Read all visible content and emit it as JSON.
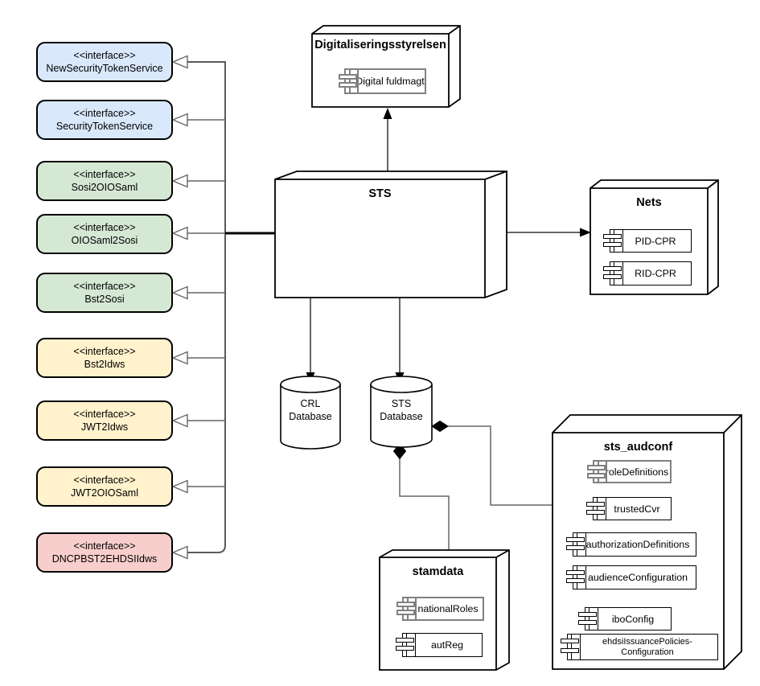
{
  "palette": {
    "interface_blue": "#dae8fc",
    "interface_green": "#d5e8d4",
    "interface_yellow": "#fff2cc",
    "interface_red": "#f8cecc",
    "node_fill": "#ffffff",
    "border_black": "#000000",
    "component_gray_border": "#808080",
    "connector_gray": "#666666"
  },
  "interfaces": [
    {
      "stereotype": "<<interface>>",
      "name": "NewSecurityTokenService"
    },
    {
      "stereotype": "<<interface>>",
      "name": "SecurityTokenService"
    },
    {
      "stereotype": "<<interface>>",
      "name": "Sosi2OIOSaml"
    },
    {
      "stereotype": "<<interface>>",
      "name": "OIOSaml2Sosi"
    },
    {
      "stereotype": "<<interface>>",
      "name": "Bst2Sosi"
    },
    {
      "stereotype": "<<interface>>",
      "name": "Bst2Idws"
    },
    {
      "stereotype": "<<interface>>",
      "name": "JWT2Idws"
    },
    {
      "stereotype": "<<interface>>",
      "name": "JWT2OIOSaml"
    },
    {
      "stereotype": "<<interface>>",
      "name": "DNCPBST2EHDSIIdws"
    }
  ],
  "nodes": {
    "digitaliseringsstyrelsen": {
      "title": "Digitaliseringsstyrelsen",
      "components": [
        {
          "label": "Digital fuldmagt"
        }
      ]
    },
    "sts": {
      "title": "STS"
    },
    "nets": {
      "title": "Nets",
      "components": [
        {
          "label": "PID-CPR"
        },
        {
          "label": "RID-CPR"
        }
      ]
    },
    "sts_audconf": {
      "title": "sts_audconf",
      "components": [
        {
          "label": "roleDefinitions"
        },
        {
          "label": "trustedCvr"
        },
        {
          "label": "authorizationDefinitions"
        },
        {
          "label": "audienceConfiguration"
        },
        {
          "label": "iboConfig"
        },
        {
          "line1": "ehdsiIssuancePolicies-",
          "line2": "Configuration"
        }
      ]
    },
    "stamdata": {
      "title": "stamdata",
      "components": [
        {
          "label": "nationalRoles"
        },
        {
          "label": "autReg"
        }
      ]
    }
  },
  "databases": [
    {
      "line1": "CRL",
      "line2": "Database"
    },
    {
      "line1": "STS",
      "line2": "Database"
    }
  ]
}
